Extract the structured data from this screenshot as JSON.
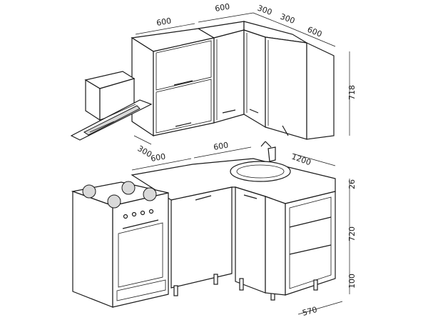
{
  "colors": {
    "line": "#1a1a1a",
    "background": "#ffffff",
    "shade": "#d9d9d9"
  },
  "dimensions": {
    "upper_left_width": "600",
    "upper_mid_width": "600",
    "upper_corner_a": "300",
    "upper_corner_b": "300",
    "upper_right_width": "600",
    "upper_height": "718",
    "upper_depth": "300",
    "lower_left_width": "600",
    "lower_mid_width": "600",
    "lower_return_length": "1200",
    "worktop_thickness": "26",
    "lower_height": "720",
    "leg_height": "100",
    "lower_right_width": "570"
  }
}
